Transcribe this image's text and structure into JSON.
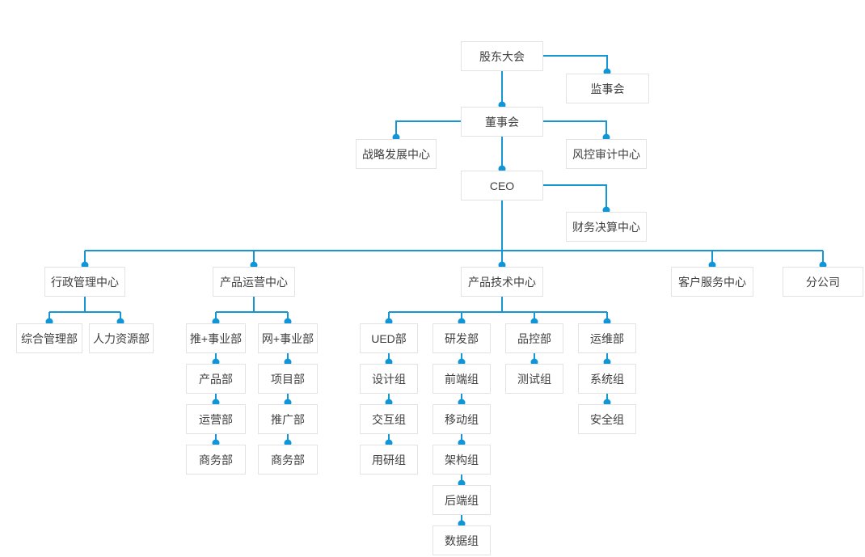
{
  "diagram_type": "org-chart",
  "colors": {
    "connector_line": "#1697d4",
    "connector_dot": "#1095d6",
    "box_border": "#e3e3e3",
    "box_background": "#ffffff",
    "text": "#404040",
    "page_background": "#ffffff"
  },
  "nodes": {
    "shareholders_meeting": {
      "label": "股东大会"
    },
    "supervisory_board": {
      "label": "监事会"
    },
    "board_of_directors": {
      "label": "董事会"
    },
    "strategic_development_center": {
      "label": "战略发展中心"
    },
    "risk_audit_center": {
      "label": "风控审计中心"
    },
    "ceo": {
      "label": "CEO"
    },
    "financial_settlement_center": {
      "label": "财务决算中心"
    },
    "admin_management_center": {
      "label": "行政管理中心"
    },
    "product_operation_center": {
      "label": "产品运营中心"
    },
    "product_technology_center": {
      "label": "产品技术中心"
    },
    "customer_service_center": {
      "label": "客户服务中心"
    },
    "branch_company": {
      "label": "分公司"
    },
    "general_management_dept": {
      "label": "综合管理部"
    },
    "human_resources_dept": {
      "label": "人力资源部"
    },
    "tui_business_dept": {
      "label": "推+事业部"
    },
    "wang_business_dept": {
      "label": "网+事业部"
    },
    "product_dept": {
      "label": "产品部"
    },
    "project_dept": {
      "label": "项目部"
    },
    "operation_dept": {
      "label": "运营部"
    },
    "promotion_dept": {
      "label": "推广部"
    },
    "business_dept_left": {
      "label": "商务部"
    },
    "business_dept_right": {
      "label": "商务部"
    },
    "ued_dept": {
      "label": "UED部"
    },
    "rd_dept": {
      "label": "研发部"
    },
    "quality_control_dept": {
      "label": "品控部"
    },
    "ops_maintenance_dept": {
      "label": "运维部"
    },
    "design_group": {
      "label": "设计组"
    },
    "frontend_group": {
      "label": "前端组"
    },
    "testing_group": {
      "label": "测试组"
    },
    "system_group": {
      "label": "系统组"
    },
    "interaction_group": {
      "label": "交互组"
    },
    "mobile_group": {
      "label": "移动组"
    },
    "security_group": {
      "label": "安全组"
    },
    "user_research_group": {
      "label": "用研组"
    },
    "architecture_group": {
      "label": "架构组"
    },
    "backend_group": {
      "label": "后端组"
    },
    "data_group": {
      "label": "数据组"
    }
  },
  "edges": [
    [
      "shareholders_meeting",
      "supervisory_board"
    ],
    [
      "shareholders_meeting",
      "board_of_directors"
    ],
    [
      "board_of_directors",
      "strategic_development_center"
    ],
    [
      "board_of_directors",
      "risk_audit_center"
    ],
    [
      "board_of_directors",
      "ceo"
    ],
    [
      "ceo",
      "financial_settlement_center"
    ],
    [
      "ceo",
      "admin_management_center"
    ],
    [
      "ceo",
      "product_operation_center"
    ],
    [
      "ceo",
      "product_technology_center"
    ],
    [
      "ceo",
      "customer_service_center"
    ],
    [
      "ceo",
      "branch_company"
    ],
    [
      "admin_management_center",
      "general_management_dept"
    ],
    [
      "admin_management_center",
      "human_resources_dept"
    ],
    [
      "product_operation_center",
      "tui_business_dept"
    ],
    [
      "product_operation_center",
      "wang_business_dept"
    ],
    [
      "tui_business_dept",
      "product_dept"
    ],
    [
      "product_dept",
      "operation_dept"
    ],
    [
      "operation_dept",
      "business_dept_left"
    ],
    [
      "wang_business_dept",
      "project_dept"
    ],
    [
      "project_dept",
      "promotion_dept"
    ],
    [
      "promotion_dept",
      "business_dept_right"
    ],
    [
      "product_technology_center",
      "ued_dept"
    ],
    [
      "product_technology_center",
      "rd_dept"
    ],
    [
      "product_technology_center",
      "quality_control_dept"
    ],
    [
      "product_technology_center",
      "ops_maintenance_dept"
    ],
    [
      "ued_dept",
      "design_group"
    ],
    [
      "design_group",
      "interaction_group"
    ],
    [
      "interaction_group",
      "user_research_group"
    ],
    [
      "rd_dept",
      "frontend_group"
    ],
    [
      "frontend_group",
      "mobile_group"
    ],
    [
      "mobile_group",
      "architecture_group"
    ],
    [
      "architecture_group",
      "backend_group"
    ],
    [
      "backend_group",
      "data_group"
    ],
    [
      "quality_control_dept",
      "testing_group"
    ],
    [
      "ops_maintenance_dept",
      "system_group"
    ],
    [
      "system_group",
      "security_group"
    ]
  ]
}
